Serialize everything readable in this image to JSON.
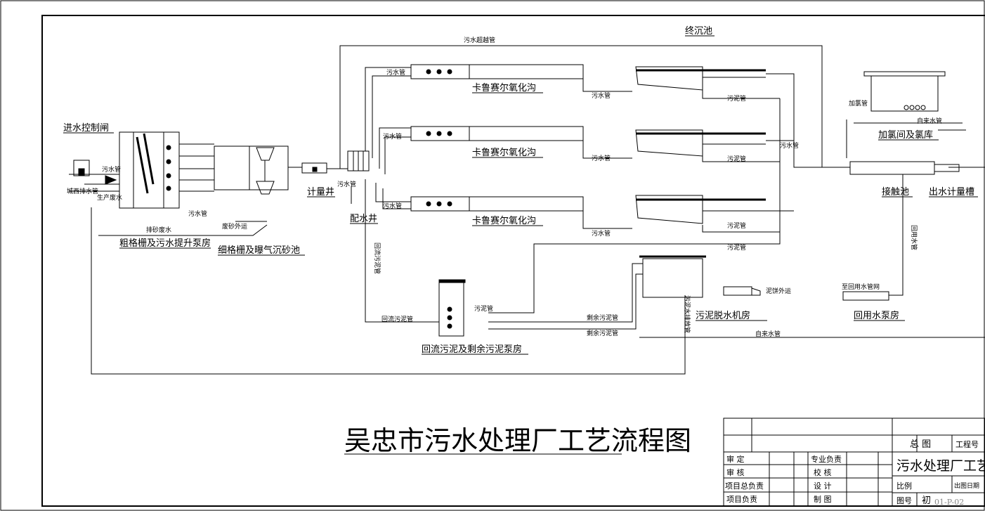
{
  "drawing_title": "吴忠市污水处理厂工艺流程图",
  "units": {
    "inlet_gate": "进水控制闸",
    "coarse_screen": "粗格栅及污水提升泵房",
    "fine_screen": "细格栅及曝气沉砂池",
    "meter_well": "计量井",
    "distribution_well": "配水井",
    "ditch_1": "卡鲁赛尔氧化沟",
    "ditch_2": "卡鲁赛尔氧化沟",
    "ditch_3": "卡鲁赛尔氧化沟",
    "final_clarifier": "终沉池",
    "chlorination": "加氯间及氯库",
    "contact_tank": "接触池",
    "outlet_flume": "出水计量槽",
    "sludge_pump_house": "回流污泥及剩余污泥泵房",
    "dewatering_house": "污泥脱水机房",
    "reuse_pump_house": "回用水泵房"
  },
  "pipe_labels": {
    "sewage_bypass": "污水超越管",
    "sewage_pipe": "污水管",
    "sludge_pipe": "污泥管",
    "return_sludge_pipe": "回流污泥管",
    "return_sludge_pipe_2": "回流污泥管",
    "excess_sludge_1": "剩余污泥管",
    "excess_sludge_2": "剩余污泥管",
    "tap_water": "自来水管",
    "tap_water_2": "自来水管",
    "grit_waste": "排砂废水",
    "grit_out": "废砂外运",
    "cake_out": "泥饼外运",
    "reuse_pipe": "回用水管",
    "to_reuse_network": "至回用水管网",
    "chlorine_pipe": "加氯管",
    "city_west_drain": "城西排水管",
    "production_waste": "生产废水",
    "sewage_drain": "污泥水排放管"
  },
  "title_block": {
    "row1_left": "审  定",
    "row2_left": "审  核",
    "row3_left": "项目总负责",
    "row4_left": "项目负责",
    "row1_mid": "专业负责",
    "row2_mid": "校  核",
    "row3_mid": "设  计",
    "row4_mid": "制  图",
    "general": "总  图",
    "project_no": "工程号",
    "drawing_name": "污水处理厂工艺",
    "scale": "比例",
    "date": "出图日期",
    "drawing_no_label": "图号",
    "stage": "初",
    "drawing_no": "01-P-02"
  }
}
